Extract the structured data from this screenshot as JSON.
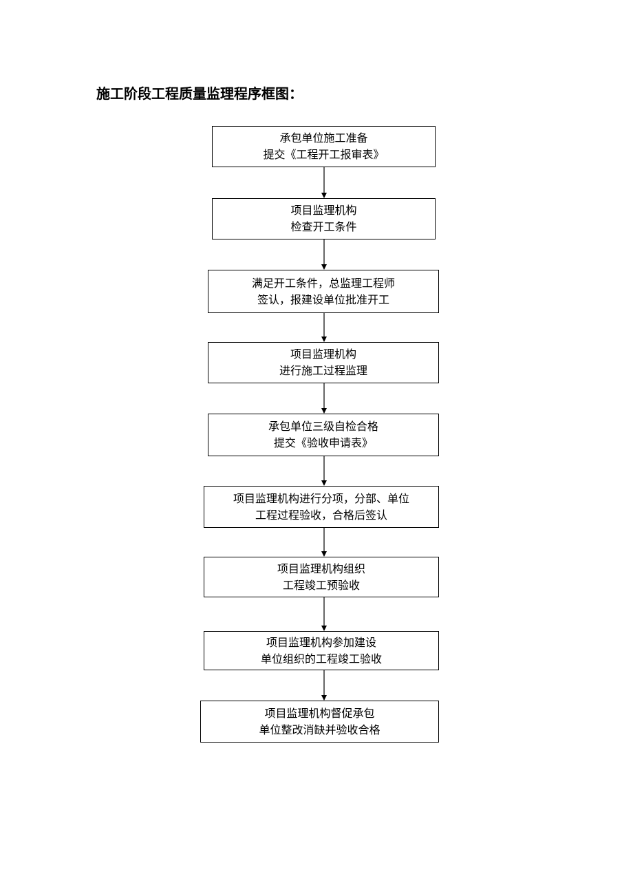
{
  "title": "施工阶段工程质量监理程序框图：",
  "steps": [
    {
      "line1": "承包单位施工准备",
      "line2": "提交《工程开工报审表》"
    },
    {
      "line1": "项目监理机构",
      "line2": "检查开工条件"
    },
    {
      "line1": "满足开工条件，总监理工程师",
      "line2": "签认，报建设单位批准开工"
    },
    {
      "line1": "项目监理机构",
      "line2": "进行施工过程监理"
    },
    {
      "line1": "承包单位三级自检合格",
      "line2": "提交《验收申请表》"
    },
    {
      "line1": "项目监理机构进行分项，分部、单位",
      "line2": "工程过程验收，合格后签认"
    },
    {
      "line1": "项目监理机构组织",
      "line2": "工程竣工预验收"
    },
    {
      "line1": "项目监理机构参加建设",
      "line2": "单位组织的工程竣工验收"
    },
    {
      "line1": "项目监理机构督促承包",
      "line2": "单位整改消缺并验收合格"
    }
  ]
}
